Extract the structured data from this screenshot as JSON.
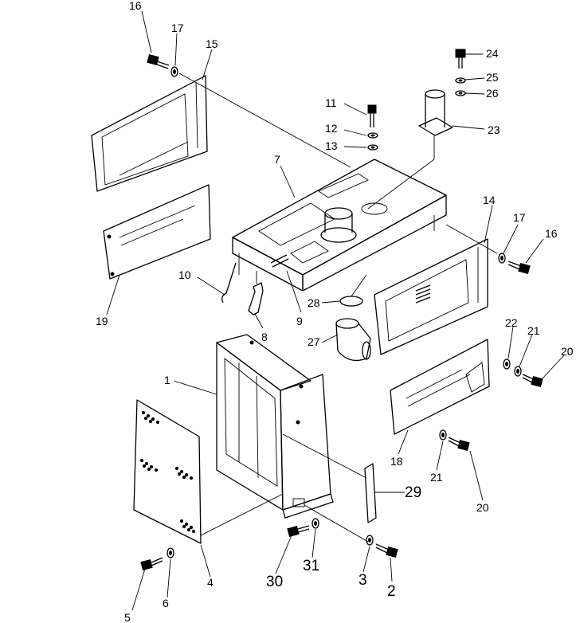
{
  "callouts": [
    {
      "id": "c16a",
      "text": "16"
    },
    {
      "id": "c17a",
      "text": "17"
    },
    {
      "id": "c15",
      "text": "15"
    },
    {
      "id": "c24",
      "text": "24"
    },
    {
      "id": "c25",
      "text": "25"
    },
    {
      "id": "c26",
      "text": "26"
    },
    {
      "id": "c11",
      "text": "11"
    },
    {
      "id": "c12",
      "text": "12"
    },
    {
      "id": "c13",
      "text": "13"
    },
    {
      "id": "c23",
      "text": "23"
    },
    {
      "id": "c7",
      "text": "7"
    },
    {
      "id": "c14",
      "text": "14"
    },
    {
      "id": "c17b",
      "text": "17"
    },
    {
      "id": "c16b",
      "text": "16"
    },
    {
      "id": "c10",
      "text": "10"
    },
    {
      "id": "c19",
      "text": "19"
    },
    {
      "id": "c9",
      "text": "9"
    },
    {
      "id": "c28",
      "text": "28"
    },
    {
      "id": "c8",
      "text": "8"
    },
    {
      "id": "c27",
      "text": "27"
    },
    {
      "id": "c22",
      "text": "22"
    },
    {
      "id": "c21a",
      "text": "21"
    },
    {
      "id": "c20a",
      "text": "20"
    },
    {
      "id": "c1",
      "text": "1"
    },
    {
      "id": "c29",
      "text": "29"
    },
    {
      "id": "c18",
      "text": "18"
    },
    {
      "id": "c21b",
      "text": "21"
    },
    {
      "id": "c20b",
      "text": "20"
    },
    {
      "id": "c30",
      "text": "30"
    },
    {
      "id": "c31",
      "text": "31"
    },
    {
      "id": "c3",
      "text": "3"
    },
    {
      "id": "c2",
      "text": "2"
    },
    {
      "id": "c4",
      "text": "4"
    },
    {
      "id": "c5",
      "text": "5"
    },
    {
      "id": "c6",
      "text": "6"
    }
  ]
}
